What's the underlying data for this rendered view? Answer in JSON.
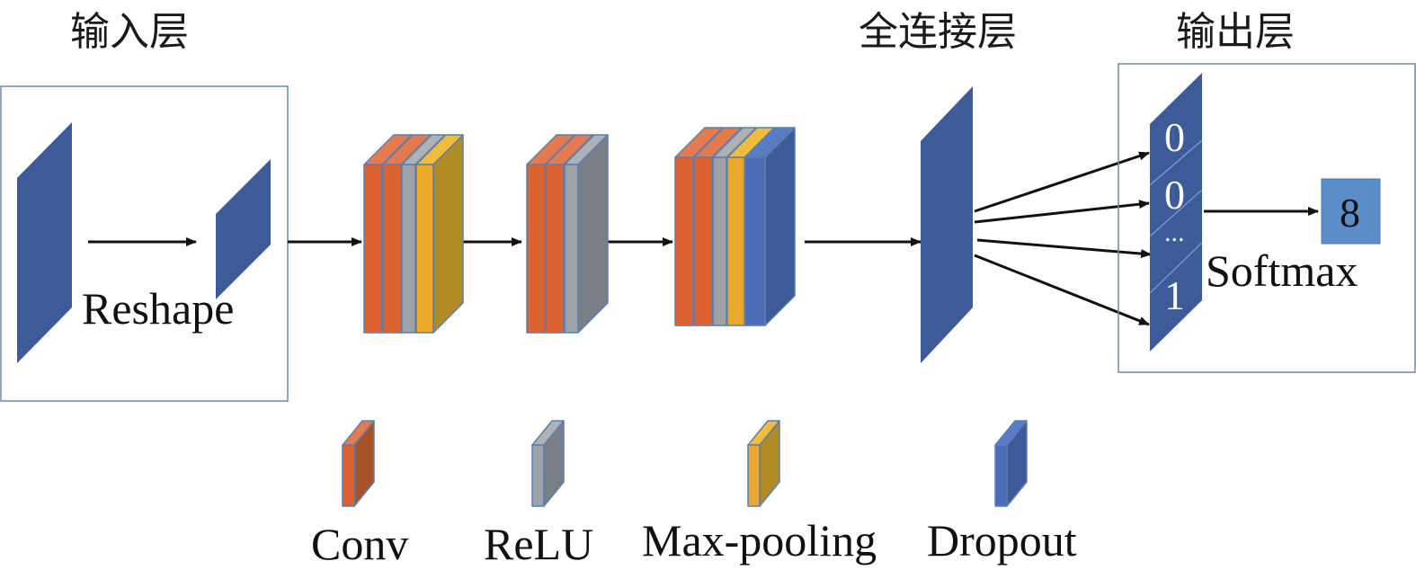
{
  "colors": {
    "conv_front": "#DC6232",
    "conv_top": "#E57A4E",
    "conv_side": "#A8522A",
    "relu_front": "#9EA1A5",
    "relu_top": "#AFB1B4",
    "relu_side": "#7A7E86",
    "pool_front": "#E8A92C",
    "pool_top": "#F0BC3A",
    "pool_side": "#B38B24",
    "dropout_front": "#4A6BB6",
    "dropout_top": "#5A7CC4",
    "dropout_side": "#3D5A99",
    "feature_map": "#3D5A99",
    "stroke": "#5B7FAF",
    "softmax_box": "#5B8DC8",
    "arrow": "#111111",
    "frame": "#6A8AB0"
  },
  "headings": {
    "input_layer": "输入层",
    "fc_layer": "全连接层",
    "output_layer": "输出层"
  },
  "labels": {
    "reshape": "Reshape",
    "softmax": "Softmax"
  },
  "output_vector": [
    "0",
    "0",
    "...",
    "1"
  ],
  "prediction": "8",
  "blocks": [
    {
      "name": "block-1",
      "layers": [
        "conv",
        "conv",
        "relu",
        "pool"
      ]
    },
    {
      "name": "block-2",
      "layers": [
        "conv",
        "conv",
        "relu"
      ]
    },
    {
      "name": "block-3",
      "layers": [
        "conv",
        "conv",
        "relu",
        "pool",
        "dropout"
      ]
    }
  ],
  "legend": [
    {
      "key": "conv",
      "label": "Conv"
    },
    {
      "key": "relu",
      "label": "ReLU"
    },
    {
      "key": "pool",
      "label": "Max-pooling"
    },
    {
      "key": "dropout",
      "label": "Dropout"
    }
  ]
}
